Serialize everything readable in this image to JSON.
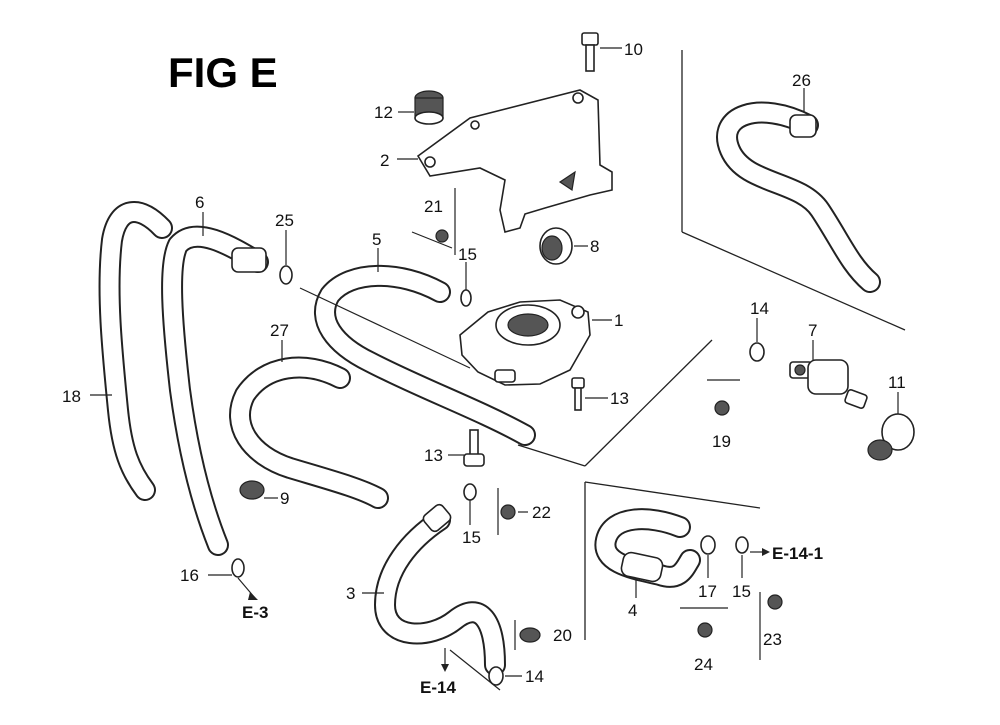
{
  "title": "FIG E",
  "callouts": {
    "c1": "1",
    "c2": "2",
    "c3": "3",
    "c4": "4",
    "c5": "5",
    "c6": "6",
    "c7": "7",
    "c8": "8",
    "c9": "9",
    "c10": "10",
    "c11": "11",
    "c12": "12",
    "c13a": "13",
    "c13b": "13",
    "c14a": "14",
    "c14b": "14",
    "c15a": "15",
    "c15b": "15",
    "c15c": "15",
    "c16": "16",
    "c17": "17",
    "c18": "18",
    "c19": "19",
    "c20": "20",
    "c21": "21",
    "c22": "22",
    "c23": "23",
    "c24": "24",
    "c25": "25",
    "c26": "26",
    "c27": "27"
  },
  "references": {
    "e3": "E-3",
    "e14": "E-14",
    "e14_1": "E-14-1"
  }
}
